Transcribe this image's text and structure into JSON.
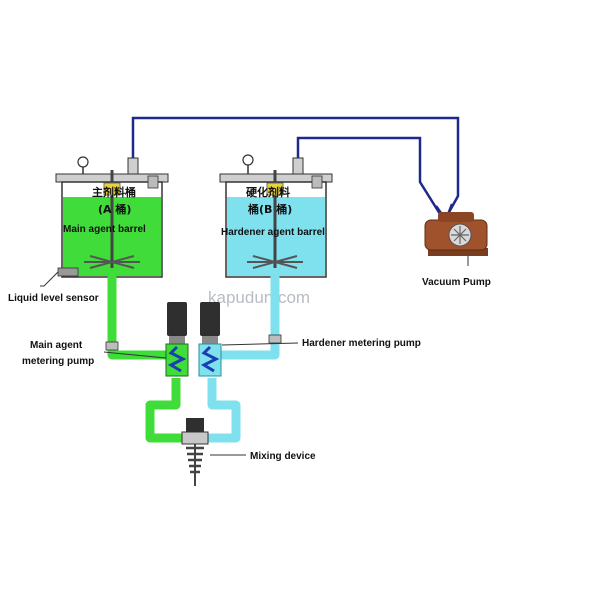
{
  "tank_a": {
    "line1": "主剂料桶",
    "line2": "(A 桶)",
    "label": "Main agent barrel"
  },
  "tank_b": {
    "line1": "硬化剂料",
    "line2": "桶(B 桶)",
    "label": "Hardener agent barrel"
  },
  "labels": {
    "vacuum_pump": "Vacuum Pump",
    "liquid_level_sensor": "Liquid level sensor",
    "main_pump_line1": "Main agent",
    "main_pump_line2": "metering pump",
    "hardener_pump": "Hardener metering pump",
    "mixing_device": "Mixing device"
  },
  "watermark": "kapudun.com",
  "colors": {
    "main_agent_green": "#3fdc3a",
    "hardener_cyan": "#7fe0ee",
    "vacuum_line_blue": "#1d2a8c",
    "pump_brown": "#a0522d",
    "motor_dark": "#2f2f2f"
  }
}
